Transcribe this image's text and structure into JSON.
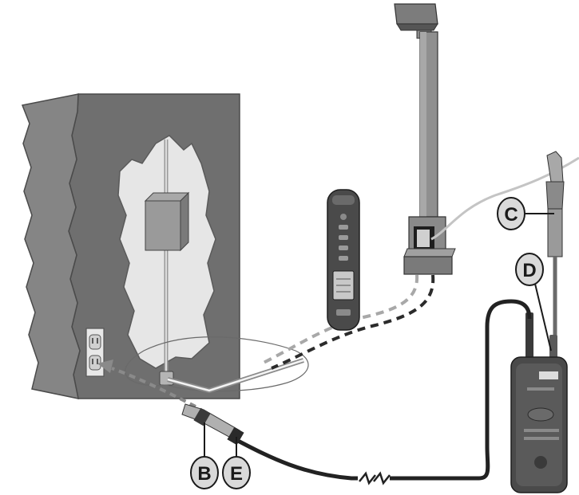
{
  "callouts": {
    "b": "B",
    "c": "C",
    "d": "D",
    "e": "E"
  },
  "icons": [
    "building-wall-cutaway",
    "junction-box",
    "wall-outlet",
    "light-pole",
    "remote-receiver",
    "transmitter-unit",
    "alligator-clip",
    "probe-lead",
    "cable-break-symbol"
  ],
  "colors": {
    "wall_face": "#6e6e6e",
    "wall_side": "#8a8a8a",
    "cutaway": "#e4e4e4",
    "pole": "#8c8c8c",
    "dark": "#2b2b2b",
    "callout_fill": "#d9d9d9"
  }
}
